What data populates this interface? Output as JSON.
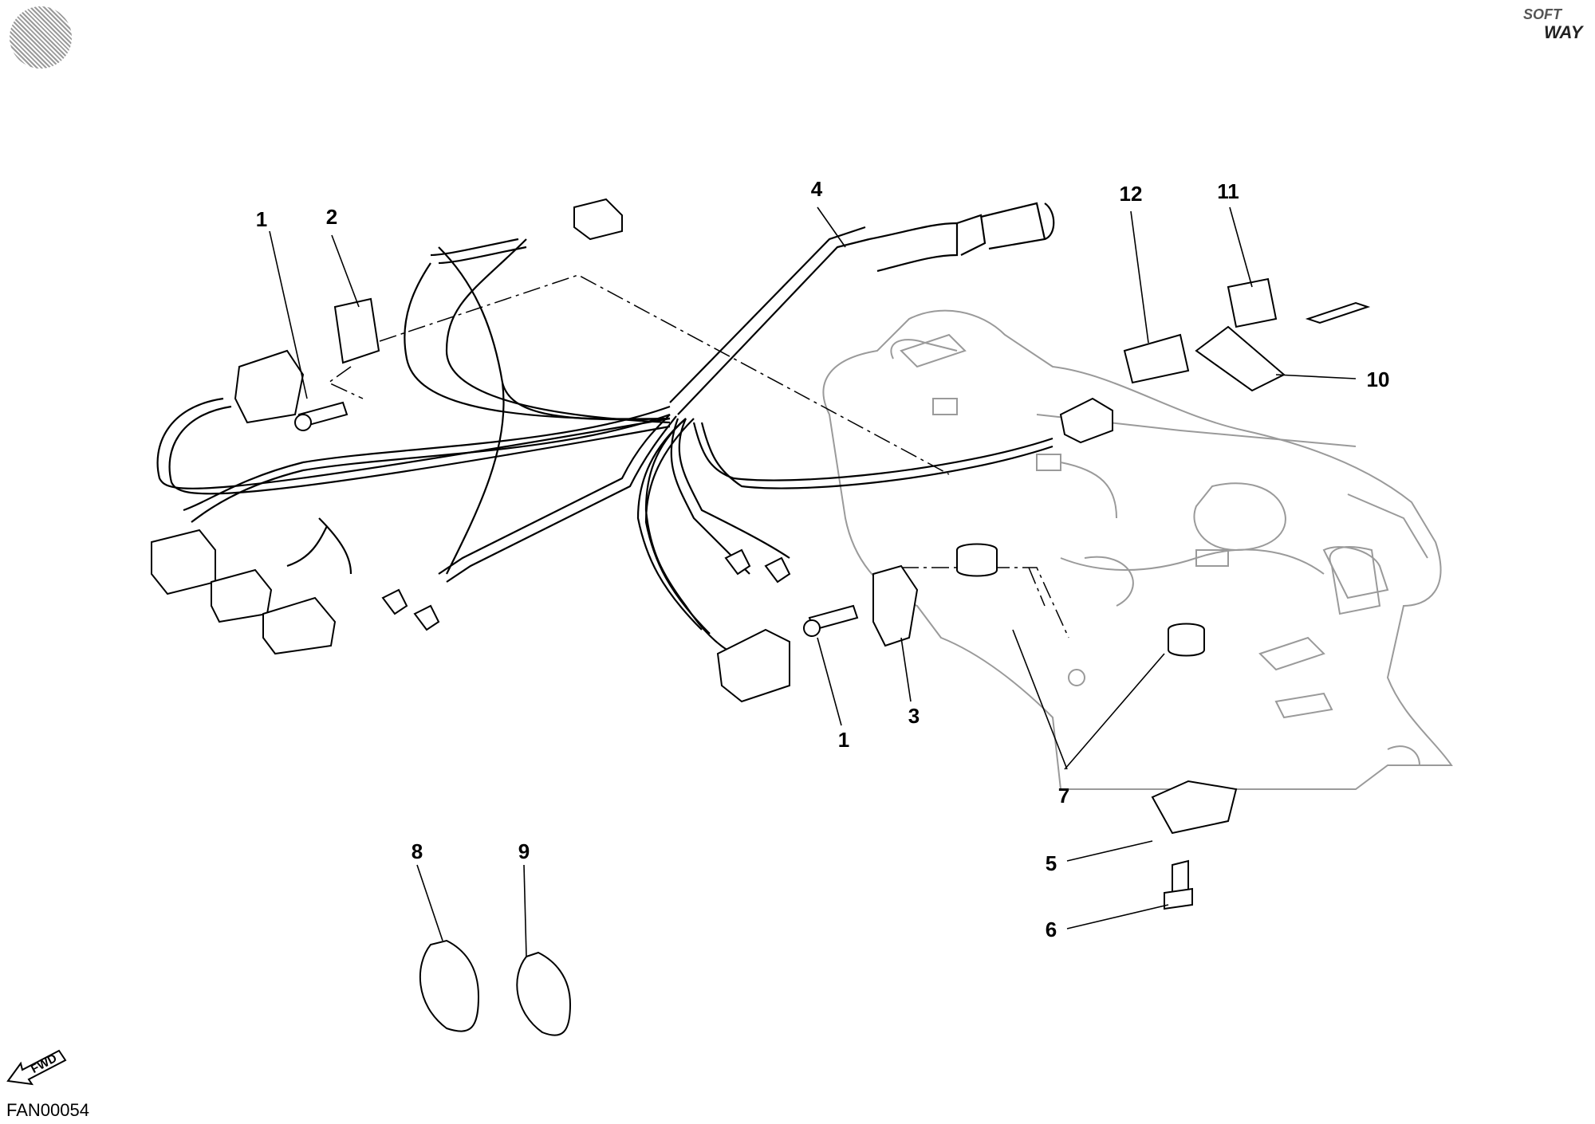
{
  "diagram": {
    "drawing_code": "FAN00054",
    "direction_label": "FWD",
    "brand_logo_text": [
      "SOFT",
      "WAY"
    ],
    "callouts": [
      "1",
      "2",
      "4",
      "12",
      "11",
      "10",
      "3",
      "1",
      "7",
      "5",
      "6",
      "8",
      "9"
    ]
  },
  "colors": {
    "line": "#000000",
    "ghost_line": "#9a9a9a",
    "background": "#ffffff"
  }
}
